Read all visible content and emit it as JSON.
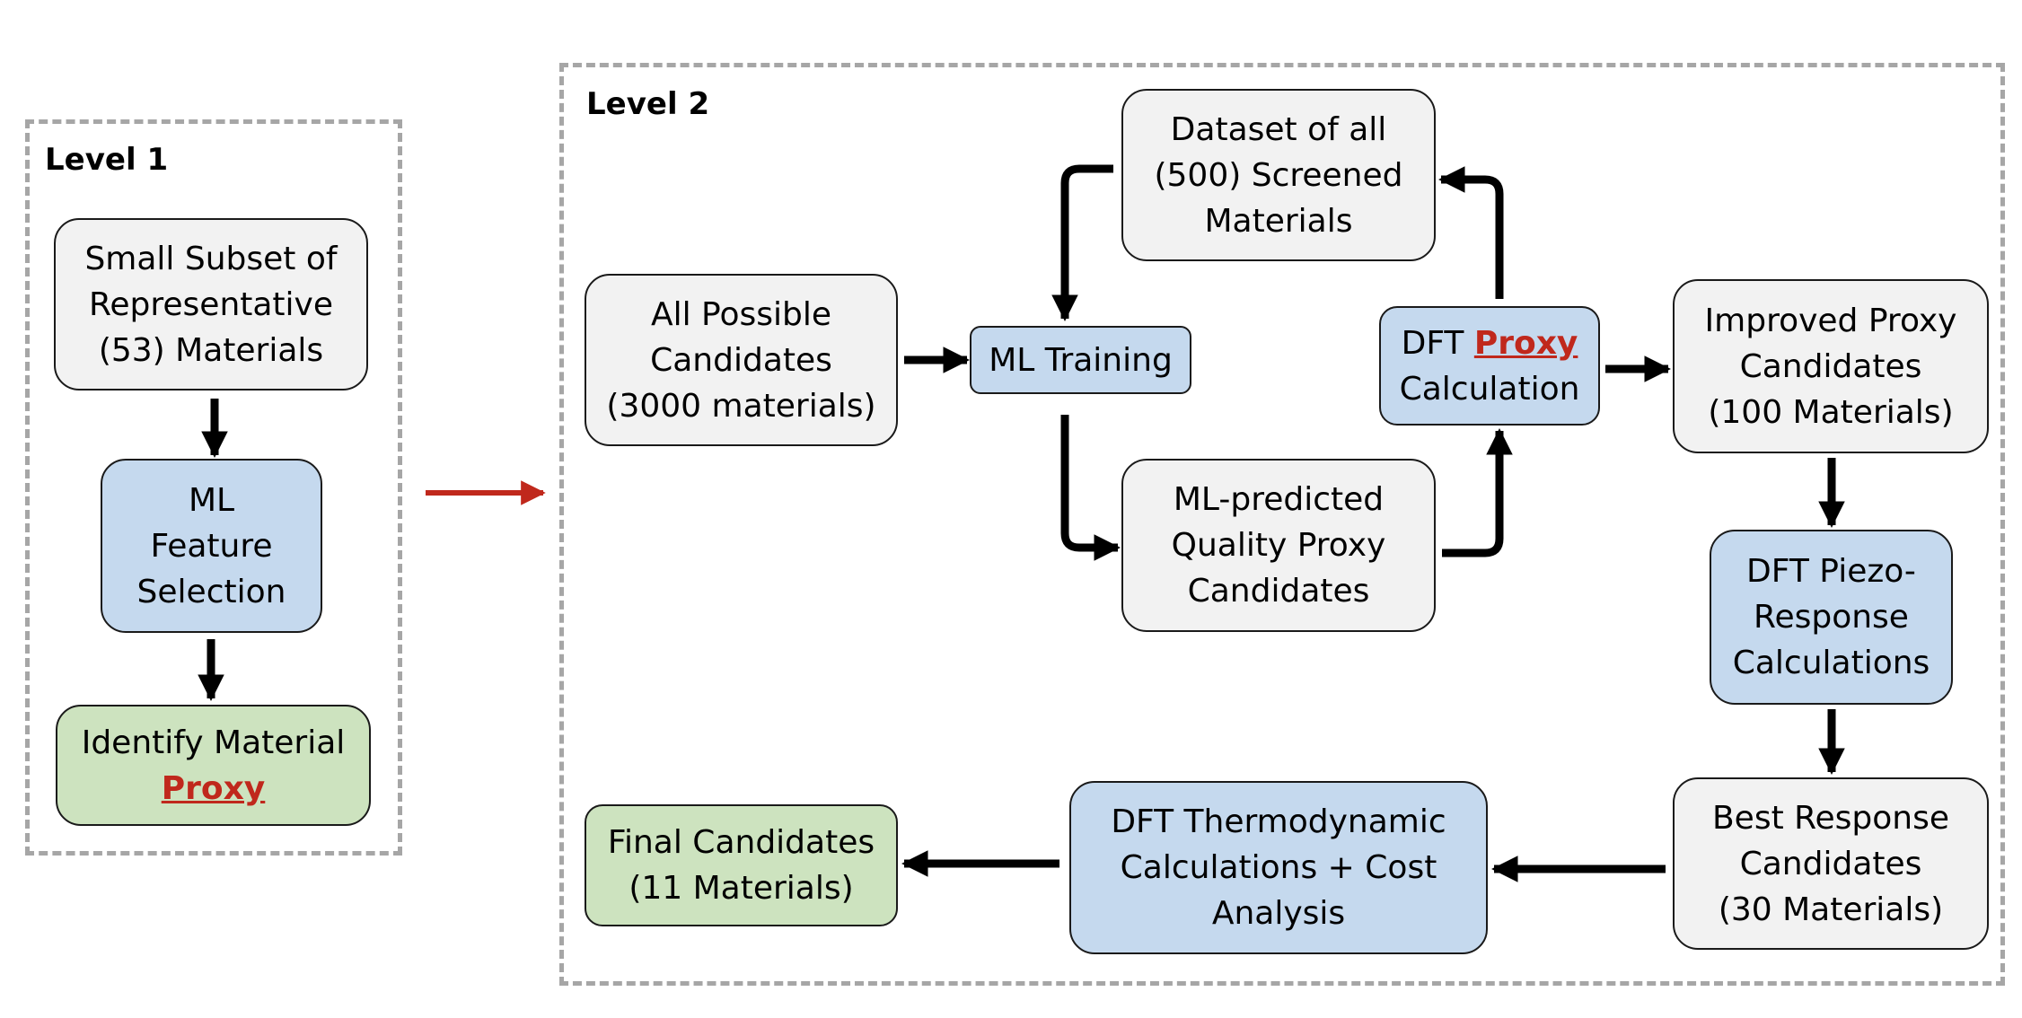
{
  "level1": {
    "label": "Level 1",
    "subset_box": [
      "Small Subset of",
      "Representative",
      "(53) Materials"
    ],
    "feature_box": [
      "ML",
      "Feature",
      "Selection"
    ],
    "proxy_box": {
      "line1": "Identify Material",
      "highlight": "Proxy"
    }
  },
  "level2": {
    "label": "Level 2",
    "all_candidates": [
      "All Possible",
      "Candidates",
      "(3000 materials)"
    ],
    "ml_training": "ML Training",
    "dataset": [
      "Dataset of all",
      "(500) Screened",
      "Materials"
    ],
    "ml_predicted": [
      "ML-predicted",
      "Quality Proxy",
      "Candidates"
    ],
    "dft_proxy": {
      "prefix": "DFT ",
      "highlight": "Proxy",
      "line2": "Calculation"
    },
    "improved": [
      "Improved Proxy",
      "Candidates",
      "(100 Materials)"
    ],
    "piezo": [
      "DFT Piezo-",
      "Response",
      "Calculations"
    ],
    "best": [
      "Best Response",
      "Candidates",
      "(30 Materials)"
    ],
    "thermo": [
      "DFT Thermodynamic",
      "Calculations + Cost",
      "Analysis"
    ],
    "final": [
      "Final Candidates",
      "(11 Materials)"
    ]
  },
  "colors": {
    "gray_box": "#f2f2f2",
    "blue_box": "#c5d9ee",
    "green_box": "#cde3bf",
    "highlight": "#c0281c",
    "transition_arrow": "#c0281c",
    "dashed_border": "#a6a6a6"
  }
}
